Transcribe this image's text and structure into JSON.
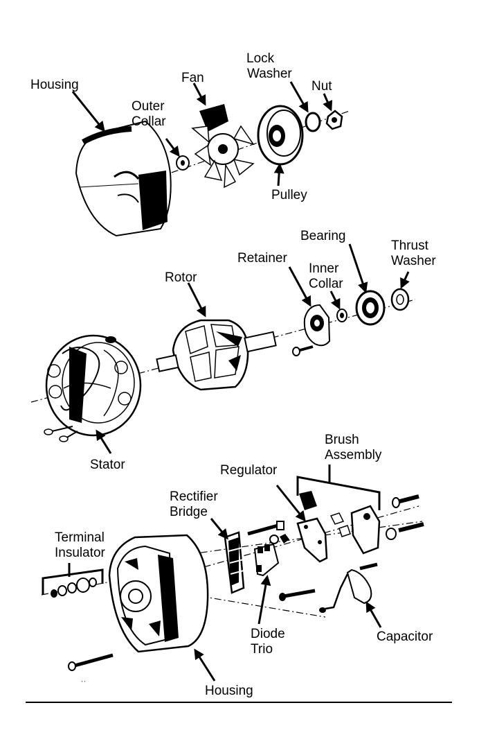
{
  "labels": {
    "housing_top": "Housing",
    "fan": "Fan",
    "lock_washer_1": "Lock",
    "lock_washer_2": "Washer",
    "nut": "Nut",
    "outer_collar_1": "Outer",
    "outer_collar_2": "Collar",
    "pulley": "Pulley",
    "bearing": "Bearing",
    "thrust_washer_1": "Thrust",
    "thrust_washer_2": "Washer",
    "retainer": "Retainer",
    "inner_collar_1": "Inner",
    "inner_collar_2": "Collar",
    "rotor": "Rotor",
    "stator": "Stator",
    "brush_assembly_1": "Brush",
    "brush_assembly_2": "Assembly",
    "regulator": "Regulator",
    "rectifier_bridge_1": "Rectifier",
    "rectifier_bridge_2": "Bridge",
    "terminal_insulator_1": "Terminal",
    "terminal_insulator_2": "Insulator",
    "diode_trio_1": "Diode",
    "diode_trio_2": "Trio",
    "capacitor": "Capacitor",
    "housing_bottom": "Housing"
  }
}
